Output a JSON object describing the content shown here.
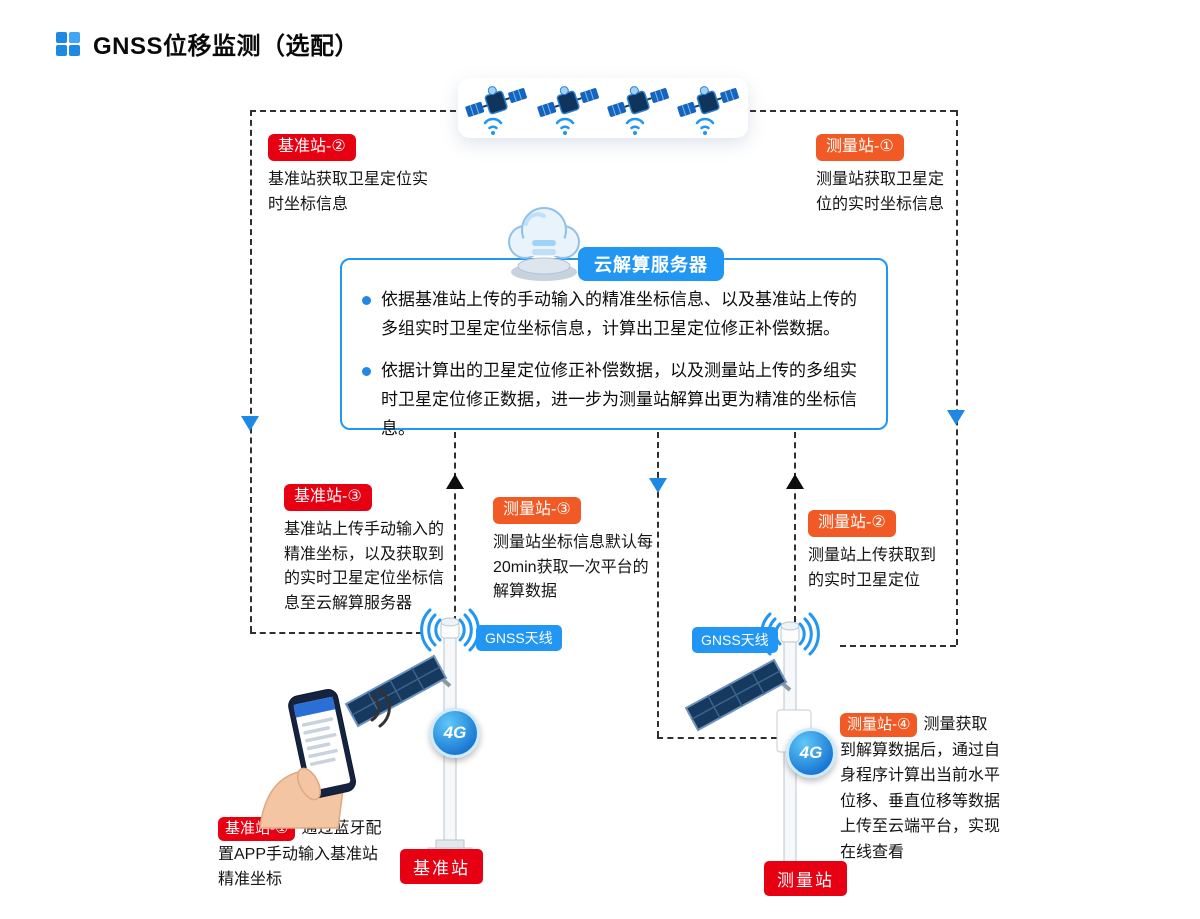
{
  "title": "GNSS位移监测（选配）",
  "cloud": {
    "label": "云解算服务器",
    "bullet1": "依据基准站上传的手动输入的精准坐标信息、以及基准站上传的多组实时卫星定位坐标信息，计算出卫星定位修正补偿数据。",
    "bullet2": "依据计算出的卫星定位修正补偿数据，以及测量站上传的多组实时卫星定位修正数据，进一步为测量站解算出更为精准的坐标信息。"
  },
  "notes": {
    "base2": {
      "badge": "基准站-②",
      "text": "基准站获取卫星定位实时坐标信息"
    },
    "meas1": {
      "badge": "测量站-①",
      "text": "测量站获取卫星定位的实时坐标信息"
    },
    "base3": {
      "badge": "基准站-③",
      "text": "基准站上传手动输入的精准坐标，以及获取到的实时卫星定位坐标信息至云解算服务器"
    },
    "meas3": {
      "badge": "测量站-③",
      "text": "测量站坐标信息默认每20min获取一次平台的解算数据"
    },
    "meas2": {
      "badge": "测量站-②",
      "text": "测量站上传获取到的实时卫星定位"
    },
    "base1": {
      "badge": "基准站-①",
      "text": "通过蓝牙配置APP手动输入基准站精准坐标"
    },
    "meas4": {
      "badge": "测量站-④",
      "text": "测量获取到解算数据后，通过自身程序计算出当前水平位移、垂直位移等数据上传至云端平台，实现在线查看"
    }
  },
  "stations": {
    "base": {
      "name": "基准站",
      "antenna_label": "GNSS天线",
      "network": "4G"
    },
    "meas": {
      "name": "测量站",
      "antenna_label": "GNSS天线",
      "network": "4G"
    }
  },
  "colors": {
    "accent_blue": "#2196f3",
    "badge_red": "#e60012",
    "badge_orange": "#f15a24",
    "solar_panel_navy": "#16395f"
  }
}
